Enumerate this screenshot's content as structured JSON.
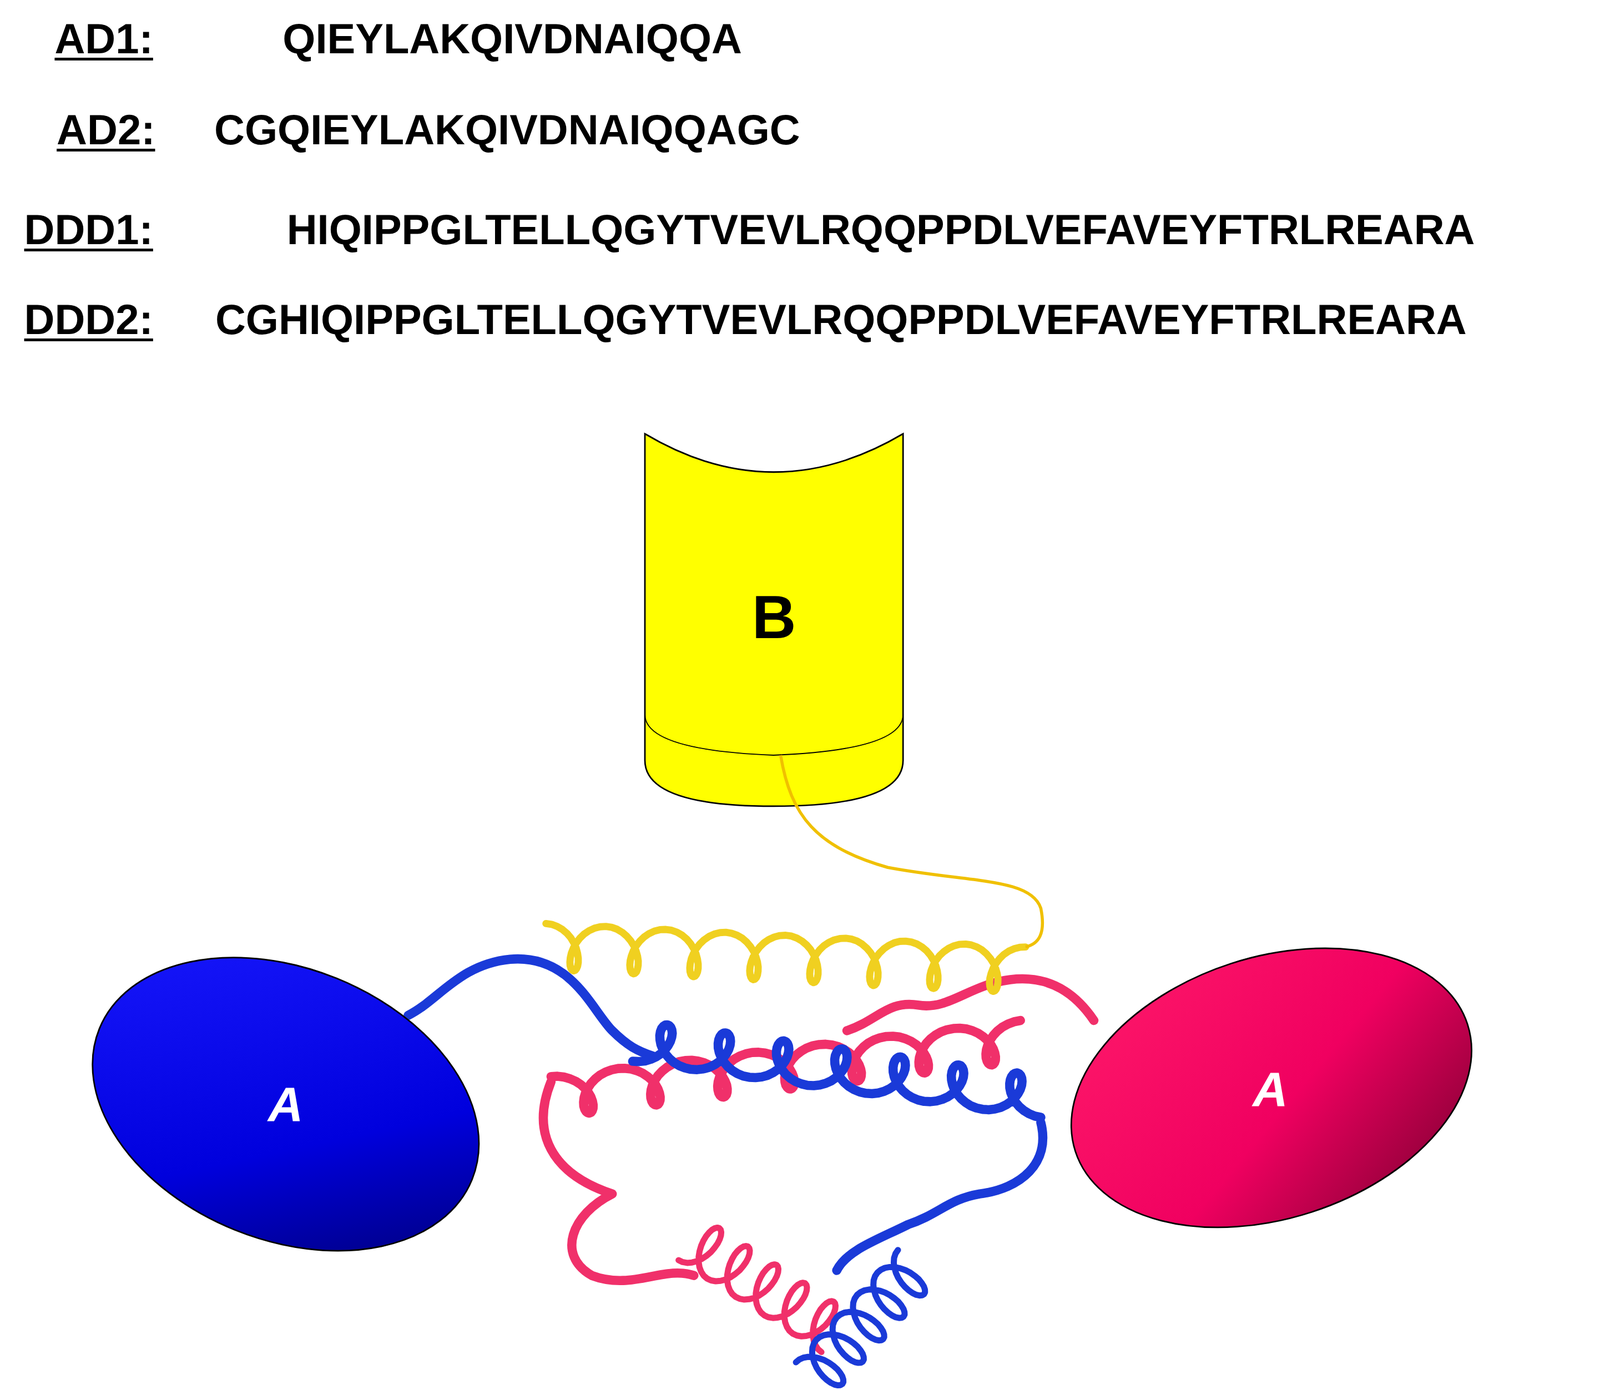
{
  "diagram": {
    "nodes": [
      {
        "text": [
          "B"
        ]
      },
      {
        "text": [
          "A"
        ]
      },
      {
        "text": [
          "A"
        ]
      }
    ],
    "labels": [
      "AD1:",
      "QIEYLAKQIVDNAIQQA",
      "AD2:",
      "CGQIEYLAKQIVDNAIQQAGC",
      "DDD1:",
      "HIQIPPGLTELLQGYTVEVLRQQPPDLVEFAVEYFTRLREARA",
      "DDD2:",
      "CGHIQIPPGLTELLQGYTVEVLRQQPPDLVEFAVEYFTRLREARA"
    ]
  }
}
